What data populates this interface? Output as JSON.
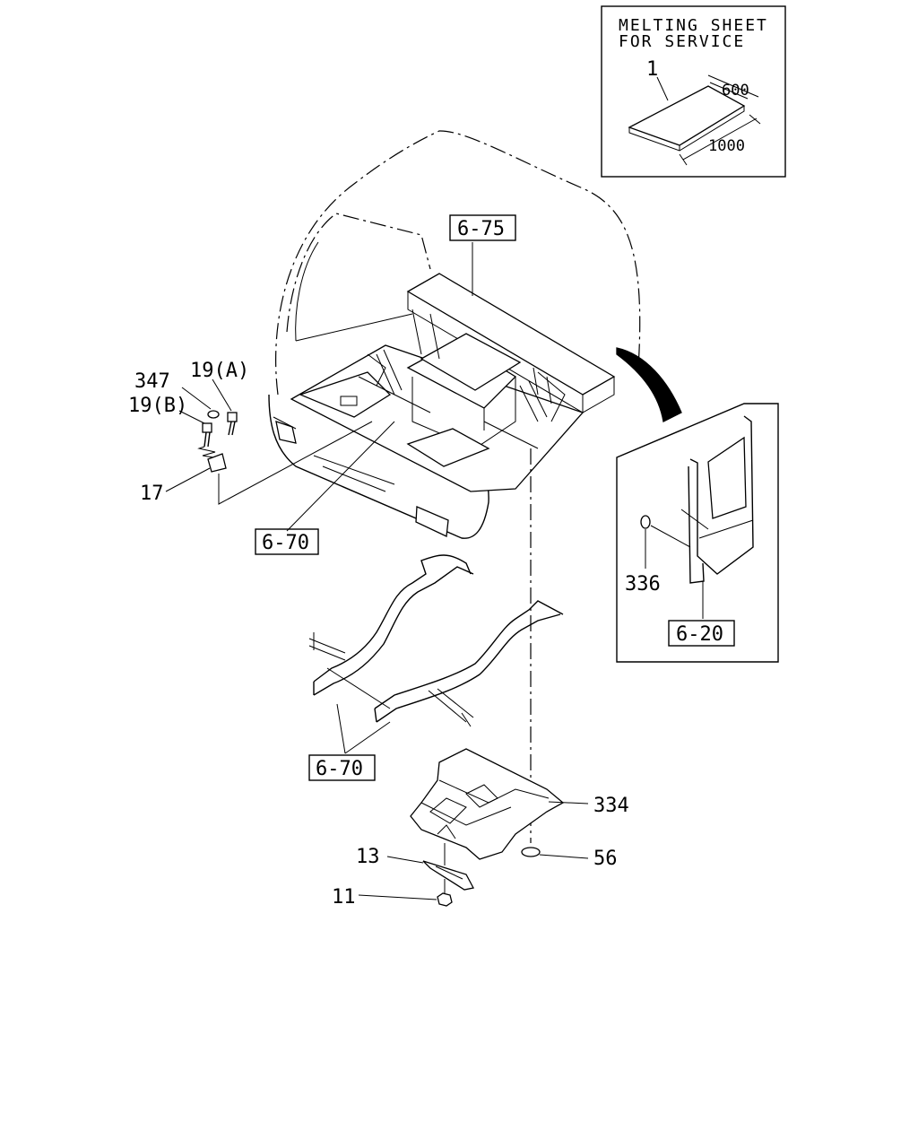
{
  "inset_top": {
    "title_line1": "MELTING SHEET",
    "title_line2": "FOR SERVICE",
    "part_no": "1",
    "dim_width": "600",
    "dim_length": "1000"
  },
  "inset_right": {
    "part_no": "336",
    "ref_box": "6-20"
  },
  "ref_boxes": {
    "top": "6-75",
    "mid": "6-70",
    "bottom": "6-70"
  },
  "callouts": {
    "c347": "347",
    "c19a": "19(A)",
    "c19b": "19(B)",
    "c17": "17",
    "c334": "334",
    "c56": "56",
    "c13": "13",
    "c11": "11"
  }
}
